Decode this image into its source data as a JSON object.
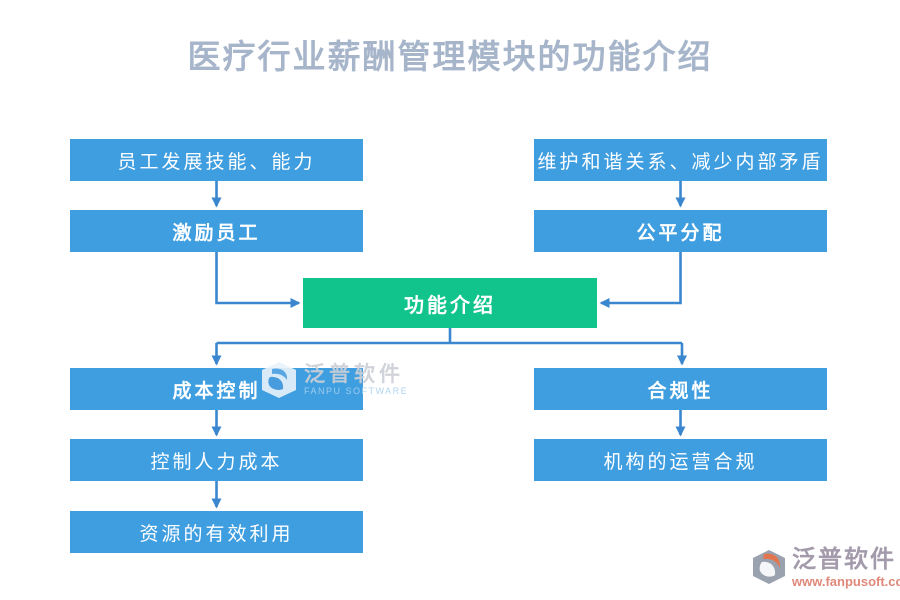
{
  "title": "医疗行业薪酬管理模块的功能介绍",
  "nodes": {
    "top_left_1": "员工发展技能、能力",
    "top_left_2": "激励员工",
    "top_right_1": "维护和谐关系、减少内部矛盾",
    "top_right_2": "公平分配",
    "center": "功能介绍",
    "bottom_left_1": "成本控制",
    "bottom_left_2": "控制人力成本",
    "bottom_left_3": "资源的有效利用",
    "bottom_right_1": "合规性",
    "bottom_right_2": "机构的运营合规"
  },
  "watermark": {
    "brand": "泛普软件",
    "subtitle": "FANPU SOFTWARE"
  },
  "footer_logo": {
    "brand": "泛普软件",
    "url": "www.fanpusoft.com"
  },
  "colors": {
    "node_blue": "#3f9ee0",
    "node_green": "#10c48b",
    "arrow_blue": "#3a87cf",
    "title_text": "#a7b5cb",
    "node_text": "#ffffff",
    "footer_brand_text": "#a39aab",
    "footer_url_text": "#e0887a",
    "footer_mark_gray": "#9aa2b0",
    "footer_mark_orange": "#e3764f",
    "watermark_text": "#ccd0d6",
    "watermark_sub": "#a9d2f0"
  }
}
